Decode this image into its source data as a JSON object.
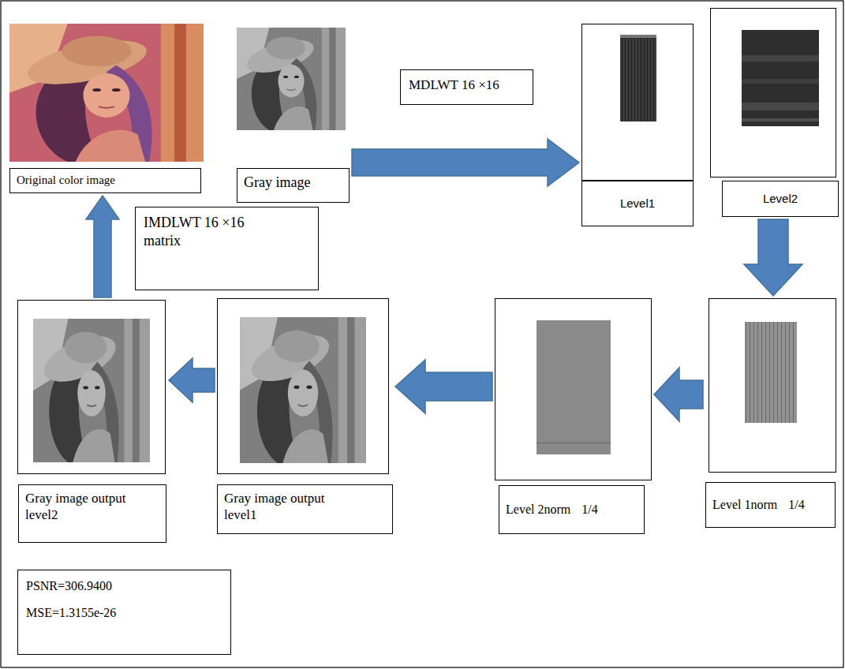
{
  "diagram": {
    "nodes": [
      {
        "text": [
          "Original color image"
        ]
      },
      {
        "text": [
          "Gray image"
        ]
      },
      {
        "text": [
          "Level1"
        ]
      },
      {
        "text": [
          "Level2"
        ]
      },
      {
        "text": [
          "Level 1norm",
          "1/4"
        ]
      },
      {
        "text": [
          "Level 2norm",
          "1/4"
        ]
      },
      {
        "text": [
          "Gray image output level1"
        ]
      },
      {
        "text": [
          "Gray image output level2"
        ]
      },
      {
        "text": [
          "PSNR=306.9400",
          "MSE=1.3155e-26"
        ]
      }
    ],
    "edges": [
      {
        "from": 1,
        "to": 2,
        "arrow": "to",
        "label": "MDLWT 16 ×16"
      },
      {
        "from": 3,
        "to": 4,
        "arrow": "to"
      },
      {
        "from": 4,
        "to": 5,
        "arrow": "to"
      },
      {
        "from": 5,
        "to": 6,
        "arrow": "to"
      },
      {
        "from": 6,
        "to": 7,
        "arrow": "to"
      },
      {
        "from": 7,
        "to": 0,
        "arrow": "to",
        "label": "IMDLWT 16 ×16 matrix"
      }
    ]
  }
}
